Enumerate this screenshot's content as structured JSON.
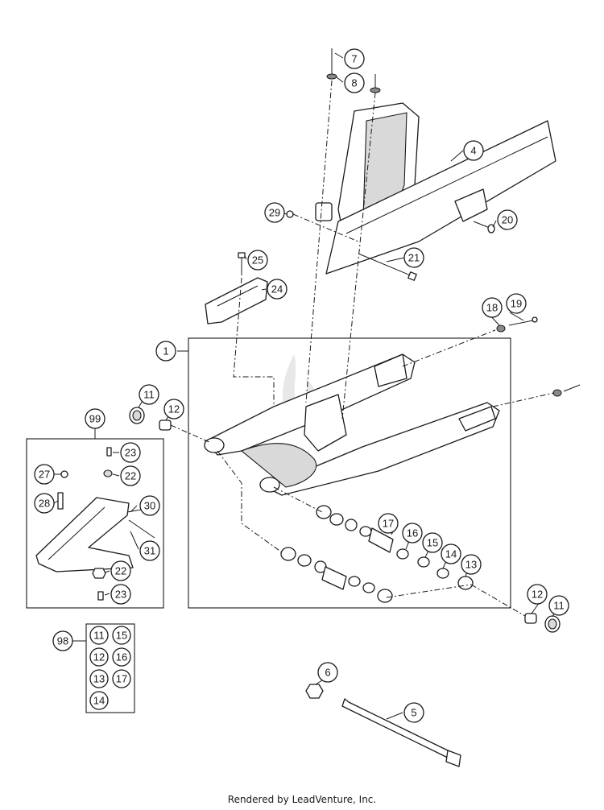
{
  "callouts": {
    "c1": "1",
    "c4": "4",
    "c5": "5",
    "c6": "6",
    "c7": "7",
    "c8": "8",
    "c11a": "11",
    "c11b": "11",
    "c12a": "12",
    "c12b": "12",
    "c13": "13",
    "c14": "14",
    "c15": "15",
    "c16": "16",
    "c17": "17",
    "c18": "18",
    "c19": "19",
    "c20": "20",
    "c21": "21",
    "c22a": "22",
    "c22b": "22",
    "c23a": "23",
    "c23b": "23",
    "c24": "24",
    "c25": "25",
    "c27": "27",
    "c28": "28",
    "c29": "29",
    "c30": "30",
    "c31": "31",
    "c98": "98",
    "c99": "99",
    "k11": "11",
    "k12": "12",
    "k13": "13",
    "k14": "14",
    "k15": "15",
    "k16": "16",
    "k17": "17"
  },
  "footer": "Rendered by LeadVenture, Inc."
}
